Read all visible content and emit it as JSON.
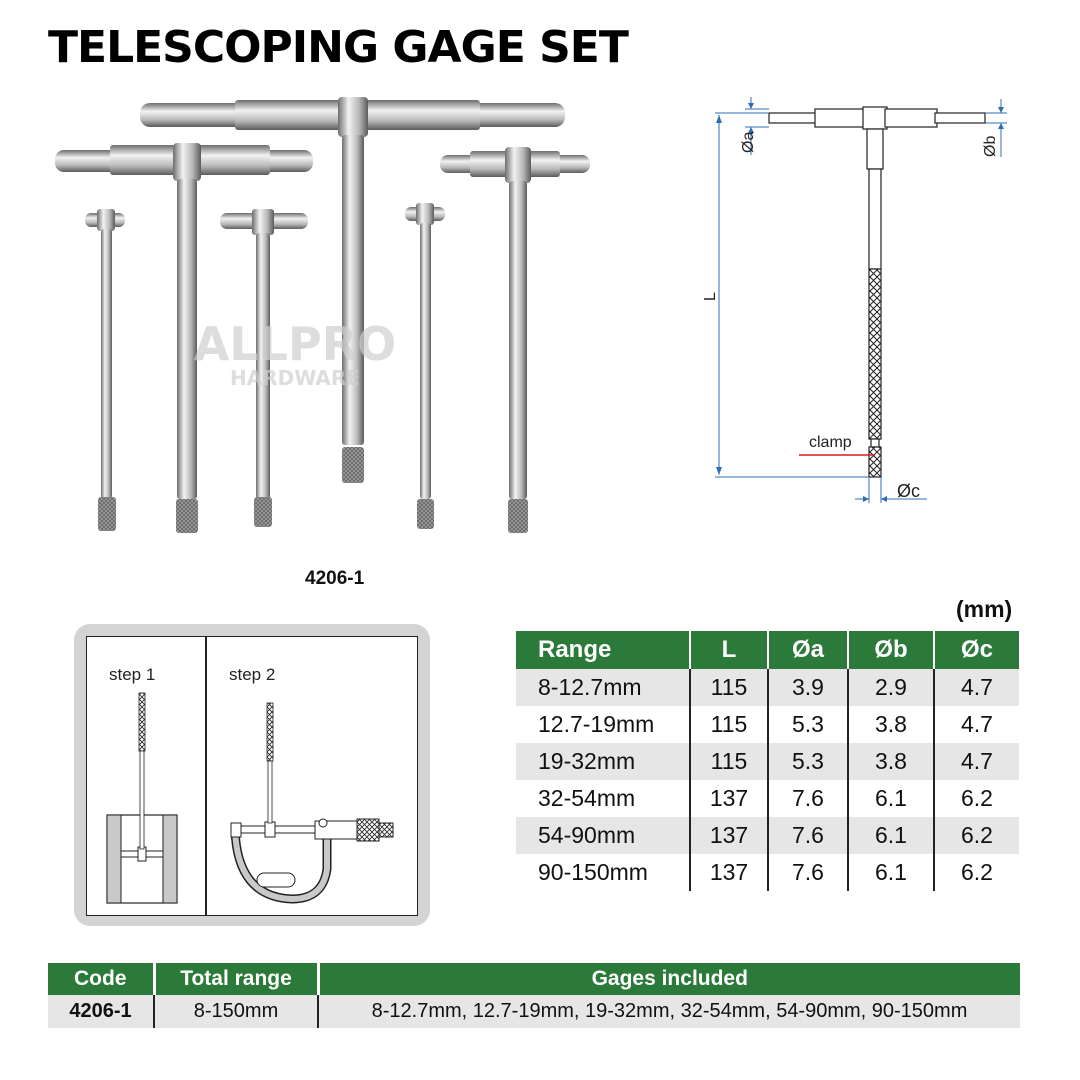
{
  "title": "TELESCOPING GAGE SET",
  "model_caption": "4206-1",
  "watermark": {
    "line1": "ALLPRO",
    "line2": "HARDWARE"
  },
  "diagram": {
    "label_a": "Øa",
    "label_b": "Øb",
    "label_c": "Øc",
    "label_l": "L",
    "label_clamp": "clamp"
  },
  "steps": {
    "step1": "step 1",
    "step2": "step 2"
  },
  "unit_note": "(mm)",
  "spec_table": {
    "headers": [
      "Range",
      "L",
      "Øa",
      "Øb",
      "Øc"
    ],
    "rows": [
      [
        "8-12.7mm",
        "115",
        "3.9",
        "2.9",
        "4.7"
      ],
      [
        "12.7-19mm",
        "115",
        "5.3",
        "3.8",
        "4.7"
      ],
      [
        "19-32mm",
        "115",
        "5.3",
        "3.8",
        "4.7"
      ],
      [
        "32-54mm",
        "137",
        "7.6",
        "6.1",
        "6.2"
      ],
      [
        "54-90mm",
        "137",
        "7.6",
        "6.1",
        "6.2"
      ],
      [
        "90-150mm",
        "137",
        "7.6",
        "6.1",
        "6.2"
      ]
    ]
  },
  "code_table": {
    "headers": [
      "Code",
      "Total range",
      "Gages included"
    ],
    "rows": [
      [
        "4206-1",
        "8-150mm",
        "8-12.7mm, 12.7-19mm, 19-32mm, 32-54mm, 54-90mm, 90-150mm"
      ]
    ]
  },
  "colors": {
    "header_green": "#2b7a3a",
    "row_gray": "#e6e6e6",
    "dimension_blue": "#2e6db4",
    "clamp_red": "#d7191c"
  }
}
